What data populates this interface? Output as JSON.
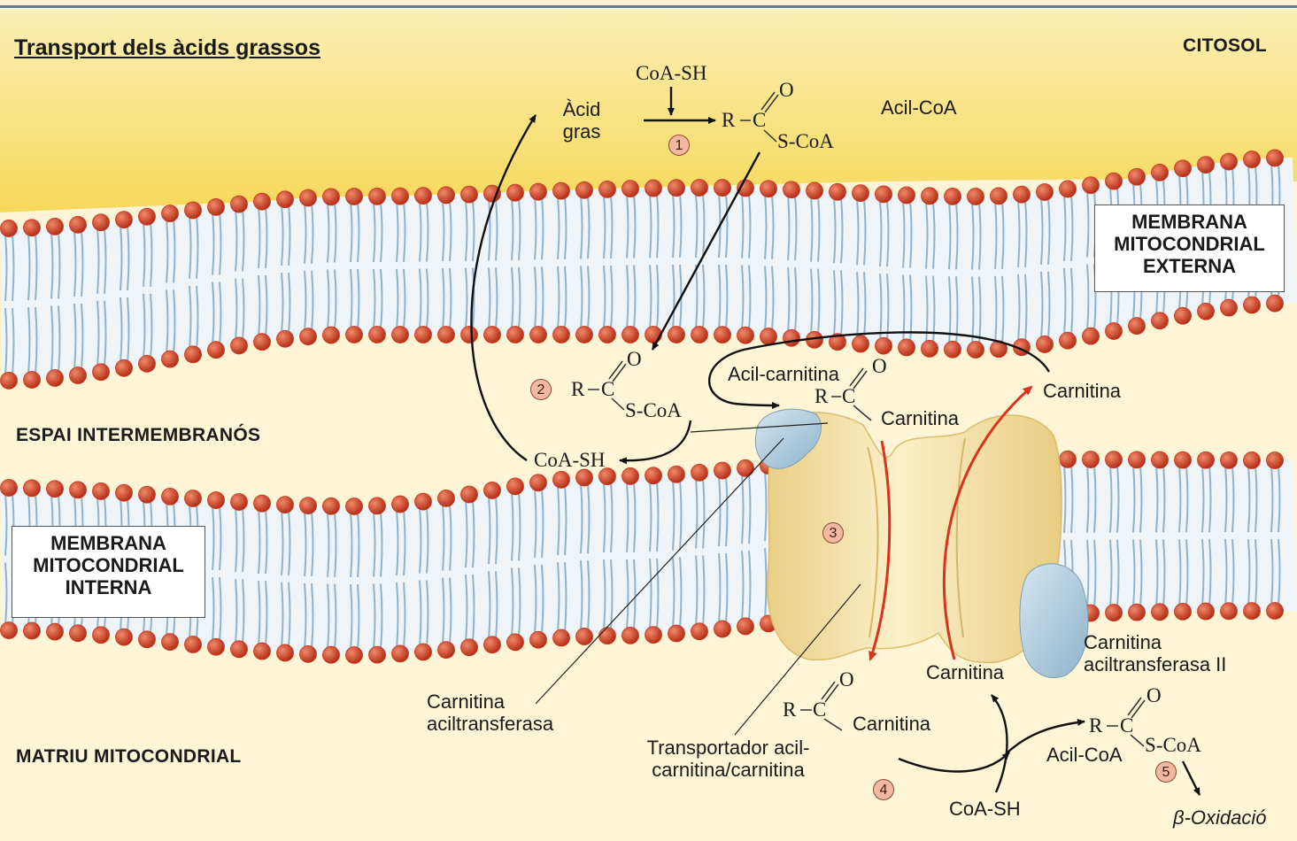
{
  "title": "Transport dels àcids grassos",
  "regions": {
    "cytosol": "CITOSOL",
    "intermembrane": "ESPAI INTERMEMBRANÓS",
    "matrix": "MATRIU MITOCONDRIAL"
  },
  "membranes": {
    "outer": [
      "MEMBRANA",
      "MITOCONDRIAL",
      "EXTERNA"
    ],
    "inner": [
      "MEMBRANA",
      "MITOCONDRIAL",
      "INTERNA"
    ]
  },
  "molecules": {
    "coa_sh": "CoA-SH",
    "fatty_acid": [
      "Àcid",
      "gras"
    ],
    "acyl_coa": "Acil-CoA",
    "acyl_carnitine": "Acil-carnitina",
    "carnitine": "Carnitina",
    "beta_oxidation": "β-Oxidació",
    "formula": {
      "o": "O",
      "r": "R",
      "c": "C",
      "scoa": "S-CoA"
    }
  },
  "enzymes": {
    "cat1": [
      "Carnitina",
      "aciltransferasa"
    ],
    "transporter": [
      "Transportador acil-",
      "carnitina/carnitina"
    ],
    "cat2": [
      "Carnitina",
      "aciltransferasa II"
    ]
  },
  "steps": [
    "1",
    "2",
    "3",
    "4",
    "5"
  ],
  "colors": {
    "cytosol": "#f8de70",
    "space": "#fdf6dc",
    "head": "#c8371f",
    "tail": "#8fb3cf",
    "protein": "#f0d898",
    "enzyme": "#a9c9dc",
    "arrow_red": "#d9321e"
  }
}
